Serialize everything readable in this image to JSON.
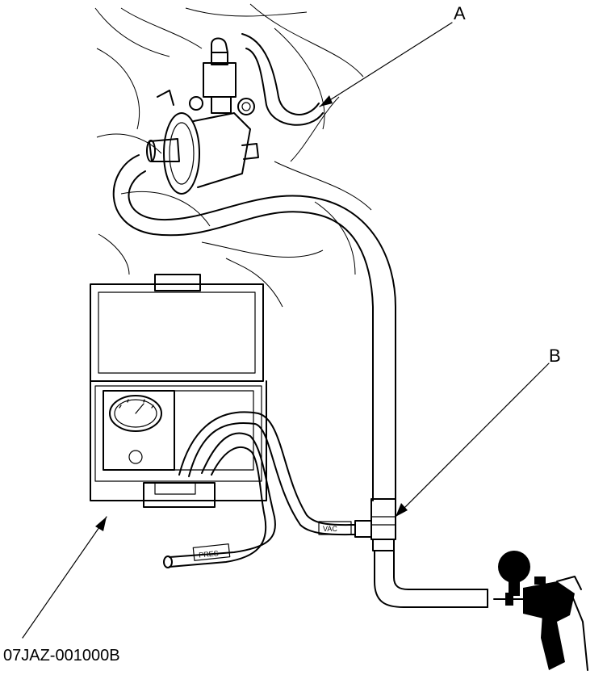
{
  "labels": {
    "callout_a": "A",
    "callout_b": "B",
    "tester_part_number": "07JAZ-001000B",
    "hose_vac_tag": "VAC",
    "hose_pres_tag": "PRES"
  },
  "icons": [
    "purge-valve-icon",
    "tester-box-icon",
    "vacuum-gauge-icon",
    "hand-vacuum-pump-icon",
    "tee-fitting-icon"
  ]
}
